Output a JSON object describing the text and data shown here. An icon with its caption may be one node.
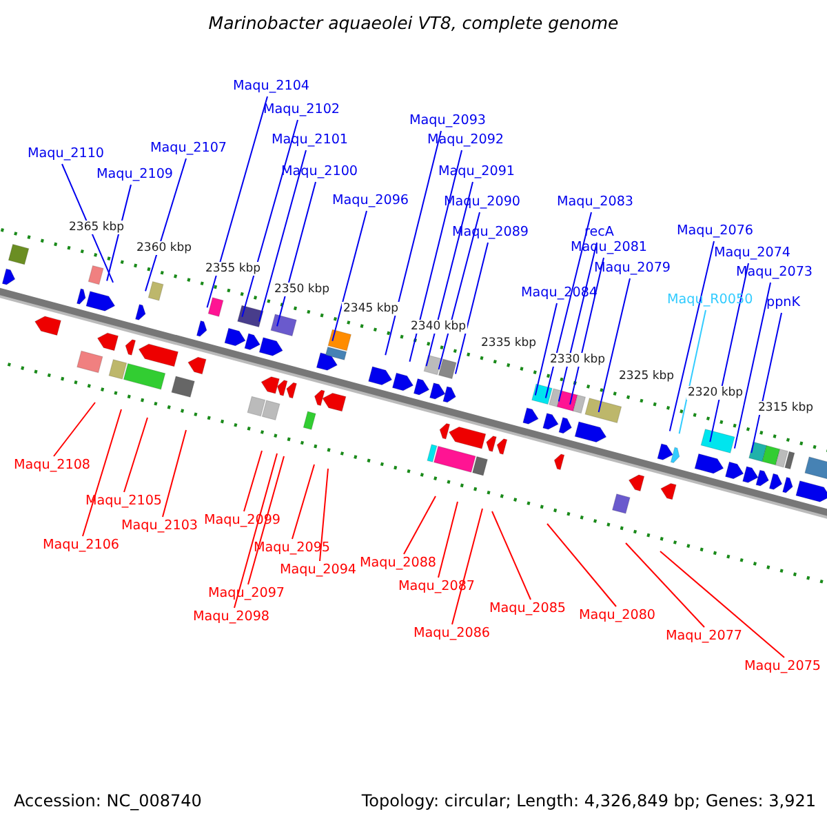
{
  "diagram": {
    "title": "Marinobacter aquaeolei VT8, complete genome",
    "nodes": [
      {
        "text": [
          "Maqu_2110"
        ]
      },
      {
        "text": [
          "Maqu_2109"
        ]
      },
      {
        "text": [
          "Maqu_2107"
        ]
      },
      {
        "text": [
          "Maqu_2104"
        ]
      },
      {
        "text": [
          "Maqu_2102"
        ]
      },
      {
        "text": [
          "Maqu_2101"
        ]
      },
      {
        "text": [
          "Maqu_2100"
        ]
      },
      {
        "text": [
          "Maqu_2096"
        ]
      },
      {
        "text": [
          "Maqu_2093"
        ]
      },
      {
        "text": [
          "Maqu_2092"
        ]
      },
      {
        "text": [
          "Maqu_2091"
        ]
      },
      {
        "text": [
          "Maqu_2090"
        ]
      },
      {
        "text": [
          "Maqu_2089"
        ]
      },
      {
        "text": [
          "Maqu_2083"
        ]
      },
      {
        "text": [
          "recA"
        ]
      },
      {
        "text": [
          "Maqu_2081"
        ]
      },
      {
        "text": [
          "Maqu_2084"
        ]
      },
      {
        "text": [
          "Maqu_2079"
        ]
      },
      {
        "text": [
          "Maqu_2076"
        ]
      },
      {
        "text": [
          "Maqu_R0050"
        ]
      },
      {
        "text": [
          "Maqu_2074"
        ]
      },
      {
        "text": [
          "Maqu_2073"
        ]
      },
      {
        "text": [
          "ppnK"
        ]
      },
      {
        "text": [
          "Maqu_2108"
        ]
      },
      {
        "text": [
          "Maqu_2105"
        ]
      },
      {
        "text": [
          "Maqu_2106"
        ]
      },
      {
        "text": [
          "Maqu_2103"
        ]
      },
      {
        "text": [
          "Maqu_2099"
        ]
      },
      {
        "text": [
          "Maqu_2097"
        ]
      },
      {
        "text": [
          "Maqu_2098"
        ]
      },
      {
        "text": [
          "Maqu_2095"
        ]
      },
      {
        "text": [
          "Maqu_2094"
        ]
      },
      {
        "text": [
          "Maqu_2088"
        ]
      },
      {
        "text": [
          "Maqu_2087"
        ]
      },
      {
        "text": [
          "Maqu_2086"
        ]
      },
      {
        "text": [
          "Maqu_2085"
        ]
      },
      {
        "text": [
          "Maqu_2080"
        ]
      },
      {
        "text": [
          "Maqu_2077"
        ]
      },
      {
        "text": [
          "Maqu_2075"
        ]
      }
    ],
    "edges": [
      {
        "from": 0,
        "to": null,
        "arrow": "none"
      },
      {
        "from": 1,
        "to": null,
        "arrow": "none"
      },
      {
        "from": 2,
        "to": null,
        "arrow": "none"
      },
      {
        "from": 3,
        "to": null,
        "arrow": "none"
      },
      {
        "from": 4,
        "to": null,
        "arrow": "none"
      },
      {
        "from": 5,
        "to": null,
        "arrow": "none"
      },
      {
        "from": 6,
        "to": null,
        "arrow": "none"
      },
      {
        "from": 7,
        "to": null,
        "arrow": "none"
      },
      {
        "from": 8,
        "to": null,
        "arrow": "none"
      },
      {
        "from": 9,
        "to": null,
        "arrow": "none"
      },
      {
        "from": 10,
        "to": null,
        "arrow": "none"
      },
      {
        "from": 11,
        "to": null,
        "arrow": "none"
      },
      {
        "from": 12,
        "to": null,
        "arrow": "none"
      },
      {
        "from": 13,
        "to": null,
        "arrow": "none"
      },
      {
        "from": 14,
        "to": null,
        "arrow": "none"
      },
      {
        "from": 15,
        "to": null,
        "arrow": "none"
      },
      {
        "from": 16,
        "to": null,
        "arrow": "none"
      },
      {
        "from": 17,
        "to": null,
        "arrow": "none"
      },
      {
        "from": 18,
        "to": null,
        "arrow": "none"
      },
      {
        "from": 19,
        "to": null,
        "arrow": "none",
        "color": "#33ccff"
      },
      {
        "from": 20,
        "to": null,
        "arrow": "none"
      },
      {
        "from": 21,
        "to": null,
        "arrow": "none"
      },
      {
        "from": 22,
        "to": null,
        "arrow": "none"
      },
      {
        "from": 23,
        "to": null,
        "arrow": "none",
        "color": "#ff0000"
      },
      {
        "from": 24,
        "to": null,
        "arrow": "none",
        "color": "#ff0000"
      },
      {
        "from": 25,
        "to": null,
        "arrow": "none",
        "color": "#ff0000"
      },
      {
        "from": 26,
        "to": null,
        "arrow": "none",
        "color": "#ff0000"
      },
      {
        "from": 27,
        "to": null,
        "arrow": "none",
        "color": "#ff0000"
      },
      {
        "from": 28,
        "to": null,
        "arrow": "none",
        "color": "#ff0000"
      },
      {
        "from": 29,
        "to": null,
        "arrow": "none",
        "color": "#ff0000"
      },
      {
        "from": 30,
        "to": null,
        "arrow": "none",
        "color": "#ff0000"
      },
      {
        "from": 31,
        "to": null,
        "arrow": "none",
        "color": "#ff0000"
      },
      {
        "from": 32,
        "to": null,
        "arrow": "none",
        "color": "#ff0000"
      },
      {
        "from": 33,
        "to": null,
        "arrow": "none",
        "color": "#ff0000"
      },
      {
        "from": 34,
        "to": null,
        "arrow": "none",
        "color": "#ff0000"
      },
      {
        "from": 35,
        "to": null,
        "arrow": "none",
        "color": "#ff0000"
      },
      {
        "from": 36,
        "to": null,
        "arrow": "none",
        "color": "#ff0000"
      },
      {
        "from": 37,
        "to": null,
        "arrow": "none",
        "color": "#ff0000"
      },
      {
        "from": 38,
        "to": null,
        "arrow": "none",
        "color": "#ff0000"
      }
    ],
    "labels": [
      "2365 kbp",
      "2360 kbp",
      "2355 kbp",
      "2350 kbp",
      "2345 kbp",
      "2340 kbp",
      "2335 kbp",
      "2330 kbp",
      "2325 kbp",
      "2320 kbp",
      "2315 kbp",
      "Accession: NC_008740",
      "Topology: circular; Length: 4,326,849 bp; Genes: 3,921"
    ]
  }
}
